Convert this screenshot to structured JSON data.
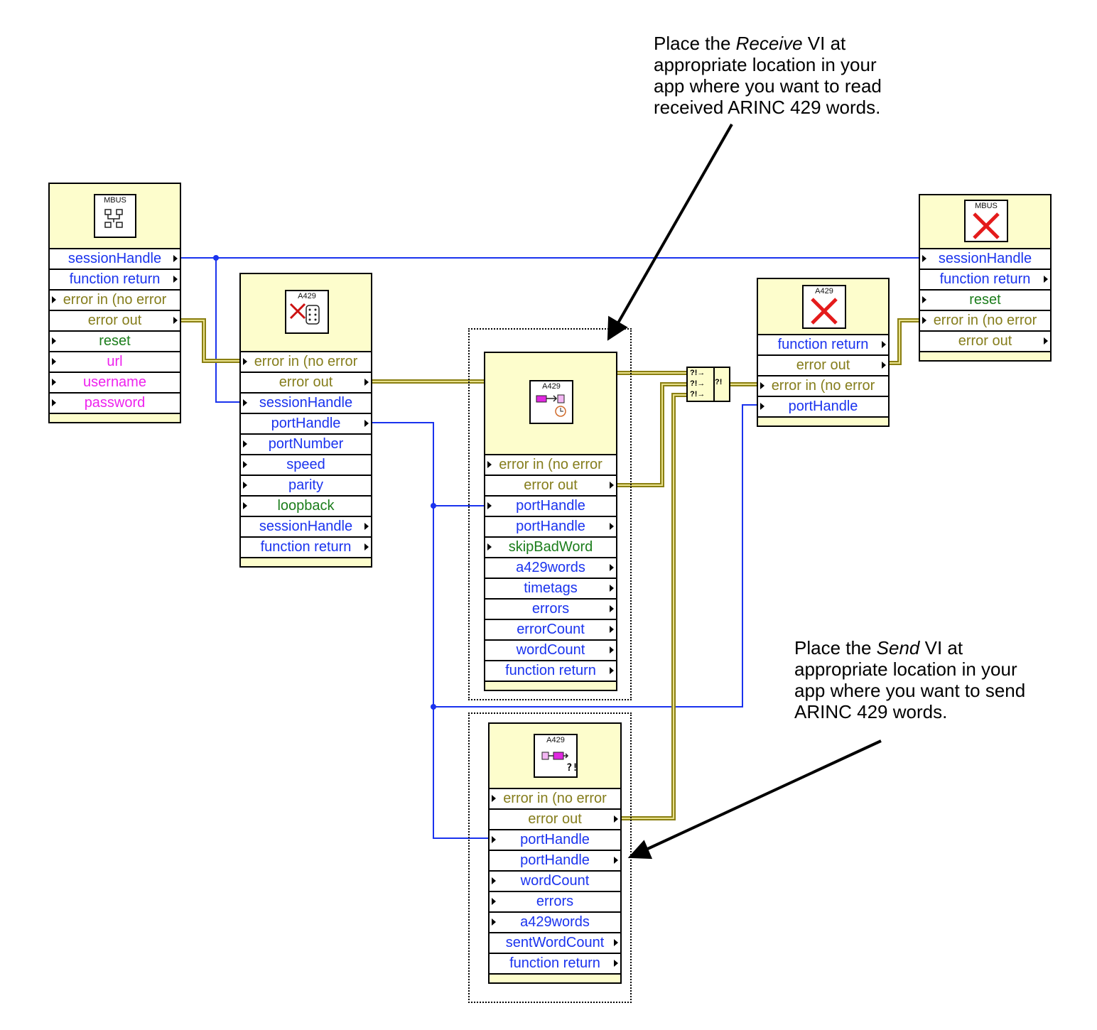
{
  "nodes": {
    "mbus_open": {
      "icon_text": "MBUS",
      "rows": [
        {
          "label": "sessionHandle",
          "color": "#1a33ee",
          "dir": "out"
        },
        {
          "label": "function return",
          "color": "#1a33ee",
          "dir": "out"
        },
        {
          "label": "error in (no error",
          "color": "#857d1c",
          "dir": "in"
        },
        {
          "label": "error out",
          "color": "#857d1c",
          "dir": "out"
        },
        {
          "label": "reset",
          "color": "#1b7d1b",
          "dir": "in"
        },
        {
          "label": "url",
          "color": "#ee22ee",
          "dir": "in"
        },
        {
          "label": "username",
          "color": "#ee22ee",
          "dir": "in"
        },
        {
          "label": "password",
          "color": "#ee22ee",
          "dir": "in"
        }
      ]
    },
    "a429_open": {
      "icon_text": "A429",
      "rows": [
        {
          "label": "error in (no error",
          "color": "#857d1c",
          "dir": "in"
        },
        {
          "label": "error out",
          "color": "#857d1c",
          "dir": "out"
        },
        {
          "label": "sessionHandle",
          "color": "#1a33ee",
          "dir": "in"
        },
        {
          "label": "portHandle",
          "color": "#1a33ee",
          "dir": "out"
        },
        {
          "label": "portNumber",
          "color": "#1a33ee",
          "dir": "in"
        },
        {
          "label": "speed",
          "color": "#1a33ee",
          "dir": "in"
        },
        {
          "label": "parity",
          "color": "#1a33ee",
          "dir": "in"
        },
        {
          "label": "loopback",
          "color": "#1b7d1b",
          "dir": "in"
        },
        {
          "label": "sessionHandle",
          "color": "#1a33ee",
          "dir": "out"
        },
        {
          "label": "function return",
          "color": "#1a33ee",
          "dir": "out"
        }
      ]
    },
    "a429_receive": {
      "icon_text": "A429",
      "rows": [
        {
          "label": "error in (no error",
          "color": "#857d1c",
          "dir": "in"
        },
        {
          "label": "error out",
          "color": "#857d1c",
          "dir": "out"
        },
        {
          "label": "portHandle",
          "color": "#1a33ee",
          "dir": "in"
        },
        {
          "label": "portHandle",
          "color": "#1a33ee",
          "dir": "out"
        },
        {
          "label": "skipBadWord",
          "color": "#1b7d1b",
          "dir": "in"
        },
        {
          "label": "a429words",
          "color": "#1a33ee",
          "dir": "out"
        },
        {
          "label": "timetags",
          "color": "#1a33ee",
          "dir": "out"
        },
        {
          "label": "errors",
          "color": "#1a33ee",
          "dir": "out"
        },
        {
          "label": "errorCount",
          "color": "#1a33ee",
          "dir": "out"
        },
        {
          "label": "wordCount",
          "color": "#1a33ee",
          "dir": "out"
        },
        {
          "label": "function return",
          "color": "#1a33ee",
          "dir": "out"
        }
      ]
    },
    "a429_send": {
      "icon_text": "A429",
      "rows": [
        {
          "label": "error in (no error",
          "color": "#857d1c",
          "dir": "in"
        },
        {
          "label": "error out",
          "color": "#857d1c",
          "dir": "out"
        },
        {
          "label": "portHandle",
          "color": "#1a33ee",
          "dir": "in"
        },
        {
          "label": "portHandle",
          "color": "#1a33ee",
          "dir": "out"
        },
        {
          "label": "wordCount",
          "color": "#1a33ee",
          "dir": "in"
        },
        {
          "label": "errors",
          "color": "#1a33ee",
          "dir": "in"
        },
        {
          "label": "a429words",
          "color": "#1a33ee",
          "dir": "in"
        },
        {
          "label": "sentWordCount",
          "color": "#1a33ee",
          "dir": "out"
        },
        {
          "label": "function return",
          "color": "#1a33ee",
          "dir": "out"
        }
      ]
    },
    "a429_close": {
      "icon_text": "A429",
      "rows": [
        {
          "label": "function return",
          "color": "#1a33ee",
          "dir": "out"
        },
        {
          "label": "error out",
          "color": "#857d1c",
          "dir": "out"
        },
        {
          "label": "error in (no error",
          "color": "#857d1c",
          "dir": "in"
        },
        {
          "label": "portHandle",
          "color": "#1a33ee",
          "dir": "in"
        }
      ]
    },
    "mbus_close": {
      "icon_text": "MBUS",
      "rows": [
        {
          "label": "sessionHandle",
          "color": "#1a33ee",
          "dir": "in"
        },
        {
          "label": "function return",
          "color": "#1a33ee",
          "dir": "out"
        },
        {
          "label": "reset",
          "color": "#1b7d1b",
          "dir": "in"
        },
        {
          "label": "error in (no error",
          "color": "#857d1c",
          "dir": "in"
        },
        {
          "label": "error out",
          "color": "#857d1c",
          "dir": "out"
        }
      ]
    }
  },
  "merge_errors": {
    "input_glyphs": [
      "?!→",
      "?!→",
      "?!→"
    ],
    "output_glyph": "?!"
  },
  "notes": {
    "receive": {
      "line1_pre": "Place the ",
      "line1_em": "Receive",
      "line1_post": " VI at",
      "line2": "appropriate location in your",
      "line3": "app where you want to read",
      "line4": "received ARINC 429 words."
    },
    "send": {
      "line1_pre": "Place the ",
      "line1_em": "Send",
      "line1_post": " VI at",
      "line2": "appropriate location in your",
      "line3": "app where you want to send",
      "line4": "ARINC 429 words."
    }
  },
  "colors": {
    "node_fill": "#fdfdcc",
    "reference_wire": "#1a33ee",
    "error_wire": "#8a7f12",
    "error_wire_inner": "#e8e08a"
  }
}
